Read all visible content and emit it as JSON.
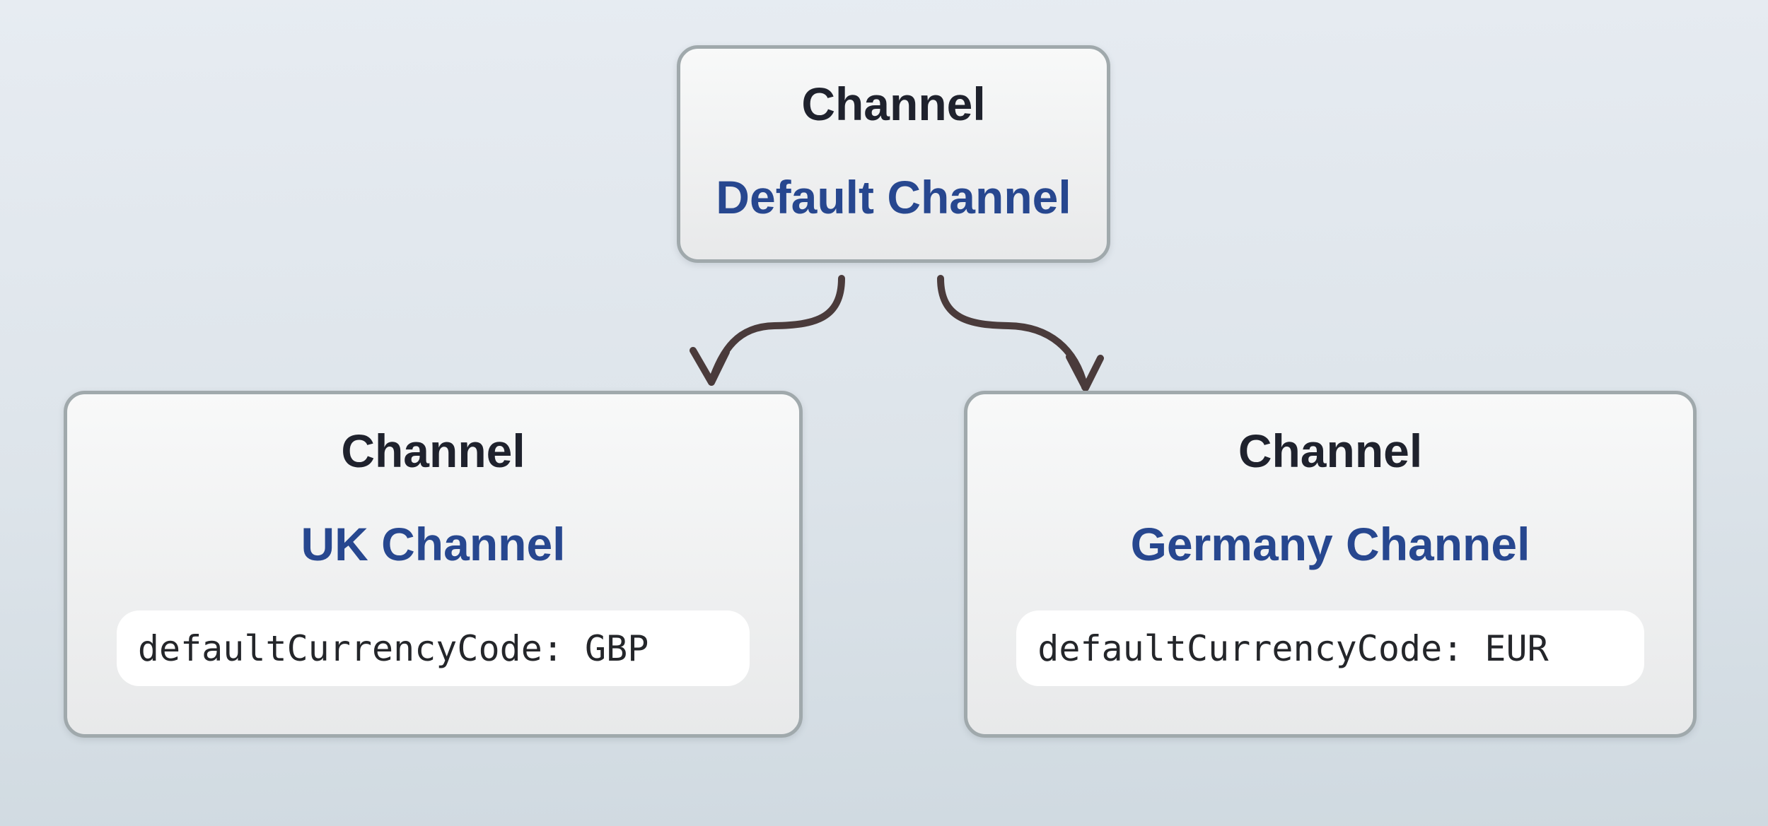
{
  "colors": {
    "canvas_top": "#e7ecf2",
    "canvas_bottom": "#cfd9e0",
    "node_border": "#a0a9ac",
    "node_fill_top": "#f8f9f9",
    "node_fill_bottom": "#e8e9ea",
    "type_text": "#1f222d",
    "name_text": "#27478f",
    "property_text": "#24262a",
    "property_bg": "#ffffff",
    "arrow": "#4a3b3b"
  },
  "nodes": {
    "root": {
      "type_label": "Channel",
      "name": "Default Channel"
    },
    "uk": {
      "type_label": "Channel",
      "name": "UK Channel",
      "property": "defaultCurrencyCode: GBP"
    },
    "germany": {
      "type_label": "Channel",
      "name": "Germany Channel",
      "property": "defaultCurrencyCode: EUR"
    }
  }
}
